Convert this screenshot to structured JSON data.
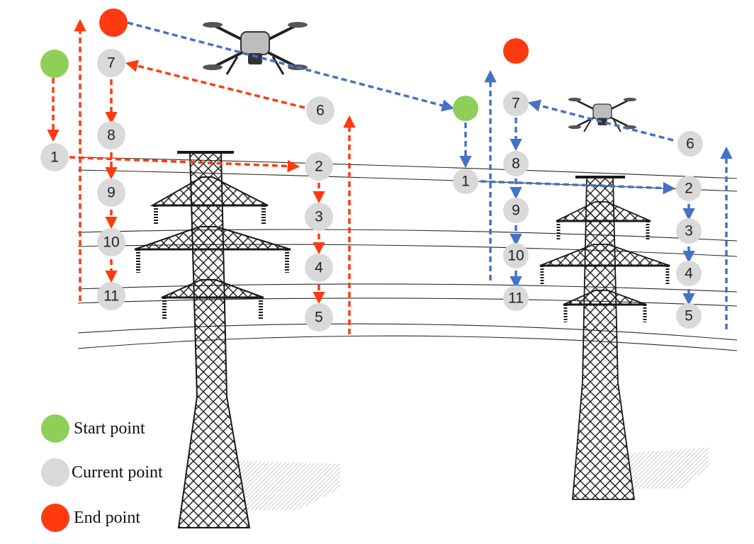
{
  "colors": {
    "start": "#8ecf5a",
    "current": "#d9d9d9",
    "end": "#ff3a10",
    "path_red": "#ff3a10",
    "path_blue": "#4472c4",
    "tower": "#1a1a1a"
  },
  "legend": {
    "start_label": "Start point",
    "current_label": "Current point",
    "end_label": "End point"
  },
  "left_route": {
    "labels": [
      "1",
      "2",
      "3",
      "4",
      "5",
      "6",
      "7",
      "8",
      "9",
      "10",
      "11"
    ]
  },
  "right_route": {
    "labels": [
      "1",
      "2",
      "3",
      "4",
      "5",
      "6",
      "7",
      "8",
      "9",
      "10",
      "11"
    ]
  },
  "icons": [
    "drone-icon",
    "transmission-tower-icon"
  ]
}
